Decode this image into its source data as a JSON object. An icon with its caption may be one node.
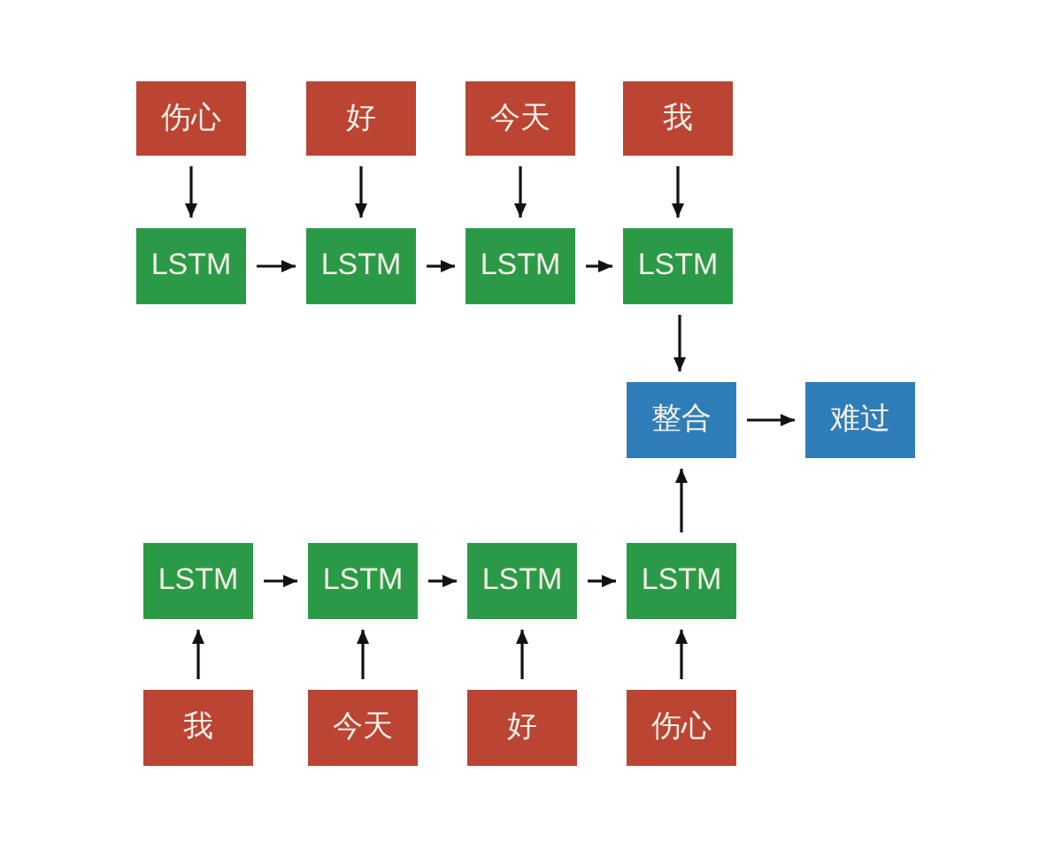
{
  "diagram": {
    "nodes": [
      {
        "text": [
          "伤心"
        ]
      },
      {
        "text": [
          "好"
        ]
      },
      {
        "text": [
          "今天"
        ]
      },
      {
        "text": [
          "我"
        ]
      },
      {
        "text": [
          "LSTM"
        ]
      },
      {
        "text": [
          "LSTM"
        ]
      },
      {
        "text": [
          "LSTM"
        ]
      },
      {
        "text": [
          "LSTM"
        ]
      },
      {
        "text": [
          "整合"
        ]
      },
      {
        "text": [
          "难过"
        ]
      },
      {
        "text": [
          "LSTM"
        ]
      },
      {
        "text": [
          "LSTM"
        ]
      },
      {
        "text": [
          "LSTM"
        ]
      },
      {
        "text": [
          "LSTM"
        ]
      },
      {
        "text": [
          "我"
        ]
      },
      {
        "text": [
          "今天"
        ]
      },
      {
        "text": [
          "好"
        ]
      },
      {
        "text": [
          "伤心"
        ]
      }
    ],
    "edges": [
      {
        "from": 0,
        "to": 4,
        "arrow": "to"
      },
      {
        "from": 1,
        "to": 5,
        "arrow": "to"
      },
      {
        "from": 2,
        "to": 6,
        "arrow": "to"
      },
      {
        "from": 3,
        "to": 7,
        "arrow": "to"
      },
      {
        "from": 4,
        "to": 5,
        "arrow": "to"
      },
      {
        "from": 5,
        "to": 6,
        "arrow": "to"
      },
      {
        "from": 6,
        "to": 7,
        "arrow": "to"
      },
      {
        "from": 7,
        "to": 8,
        "arrow": "to"
      },
      {
        "from": 8,
        "to": 9,
        "arrow": "to"
      },
      {
        "from": 10,
        "to": 11,
        "arrow": "to"
      },
      {
        "from": 11,
        "to": 12,
        "arrow": "to"
      },
      {
        "from": 12,
        "to": 13,
        "arrow": "to"
      },
      {
        "from": 13,
        "to": 8,
        "arrow": "to"
      },
      {
        "from": 14,
        "to": 10,
        "arrow": "to"
      },
      {
        "from": 15,
        "to": 11,
        "arrow": "to"
      },
      {
        "from": 16,
        "to": 12,
        "arrow": "to"
      },
      {
        "from": 17,
        "to": 13,
        "arrow": "to"
      }
    ]
  }
}
